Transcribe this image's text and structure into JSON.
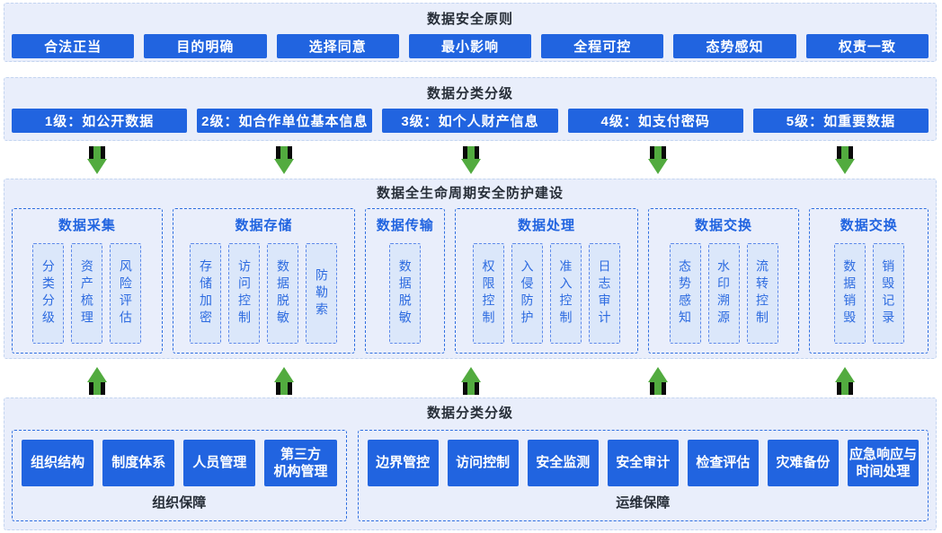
{
  "colors": {
    "accent_blue": "#2164e0",
    "panel_bg": "#e9eefb",
    "item_bg": "#dbe7fa",
    "dashed_border_blue": "#2e6ee0",
    "arrow_green": "#52ab3f",
    "arrow_black": "#0a0a0a",
    "title_dark": "#272e38"
  },
  "principles": {
    "title": "数据安全原则",
    "items": [
      "合法正当",
      "目的明确",
      "选择同意",
      "最小影响",
      "全程可控",
      "态势感知",
      "权责一致"
    ]
  },
  "classification": {
    "title": "数据分类分级",
    "items": [
      "1级：如公开数据",
      "2级：如合作单位基本信息",
      "3级：如个人财产信息",
      "4级：如支付密码",
      "5级：如重要数据"
    ]
  },
  "lifecycle": {
    "title": "数据全生命周期安全防护建设",
    "groups": [
      {
        "title": "数据采集",
        "items": [
          "分类分级",
          "资产梳理",
          "风险评估"
        ]
      },
      {
        "title": "数据存储",
        "items": [
          "存储加密",
          "访问控制",
          "数据脱敏",
          "防勒索"
        ]
      },
      {
        "title": "数据传输",
        "items": [
          "数据脱敏"
        ]
      },
      {
        "title": "数据处理",
        "items": [
          "权限控制",
          "入侵防护",
          "准入控制",
          "日志审计"
        ]
      },
      {
        "title": "数据交换",
        "items": [
          "态势感知",
          "水印溯源",
          "流转控制"
        ]
      },
      {
        "title": "数据交换",
        "items": [
          "数据销毁",
          "销毁记录"
        ]
      }
    ]
  },
  "safeguard": {
    "title": "数据分类分级",
    "groups": [
      {
        "label": "组织保障",
        "buttons": [
          "组织结构",
          "制度体系",
          "人员管理",
          "第三方\n机构管理"
        ]
      },
      {
        "label": "运维保障",
        "buttons": [
          "边界管控",
          "访问控制",
          "安全监测",
          "安全审计",
          "检查评估",
          "灾难备份",
          "应急响应与\n时间处理"
        ]
      }
    ]
  }
}
